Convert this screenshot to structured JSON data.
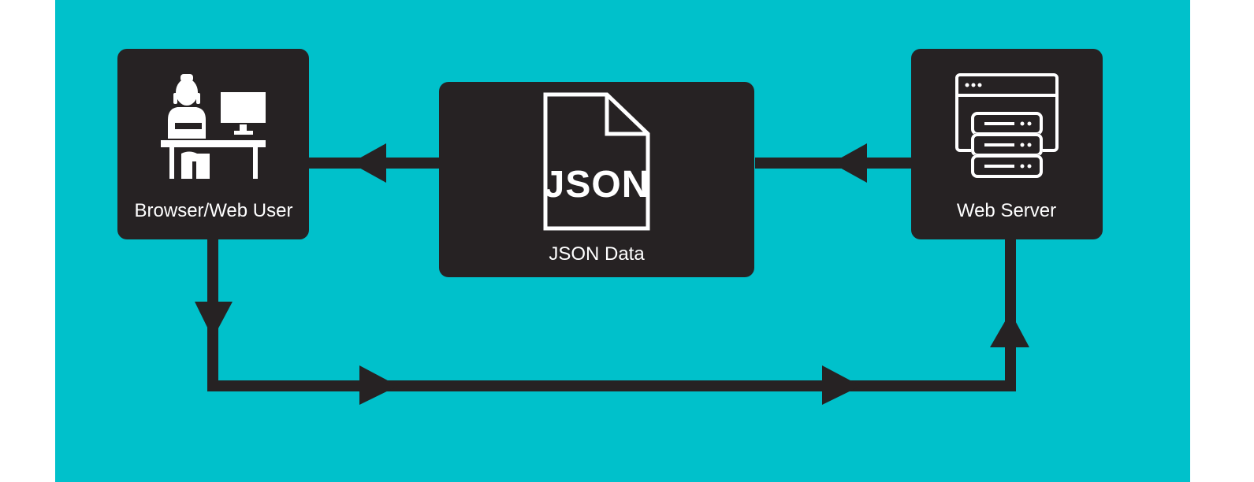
{
  "diagram": {
    "background_color": "#00c1cb",
    "node_color": "#262223",
    "line_color": "#262223",
    "icon_color": "#ffffff",
    "nodes": {
      "browser": {
        "label": "Browser/Web User",
        "icon": "user-at-desk-icon"
      },
      "json": {
        "label": "JSON Data",
        "icon": "json-file-icon",
        "icon_text": "JSON"
      },
      "server": {
        "label": "Web Server",
        "icon": "server-stack-icon"
      }
    },
    "flows": [
      {
        "from": "server",
        "to": "json",
        "direction": "left"
      },
      {
        "from": "json",
        "to": "browser",
        "direction": "left"
      },
      {
        "from": "browser",
        "to": "server",
        "direction": "down-right-up"
      }
    ]
  }
}
